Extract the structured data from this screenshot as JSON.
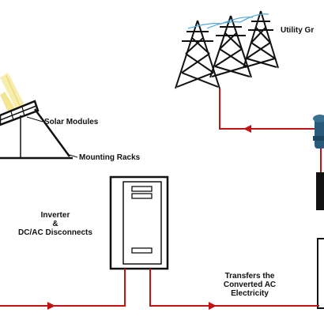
{
  "labels": {
    "utility_grid": "Utility Gr",
    "solar_modules": "Solar Modules",
    "mounting_racks": "Mounting Racks",
    "inverter_line1": "Inverter",
    "inverter_line2": "&",
    "inverter_line3": "DC/AC Disconnects",
    "transfer_line1": "Transfers the",
    "transfer_line2": "Converted AC",
    "transfer_line3": "Electricity"
  },
  "colors": {
    "wire": "#c01414",
    "line": "#111111",
    "panel_beam": "#f3e38a",
    "meter": "#2a5a7a",
    "grid_wire": "#4fa8d8"
  }
}
